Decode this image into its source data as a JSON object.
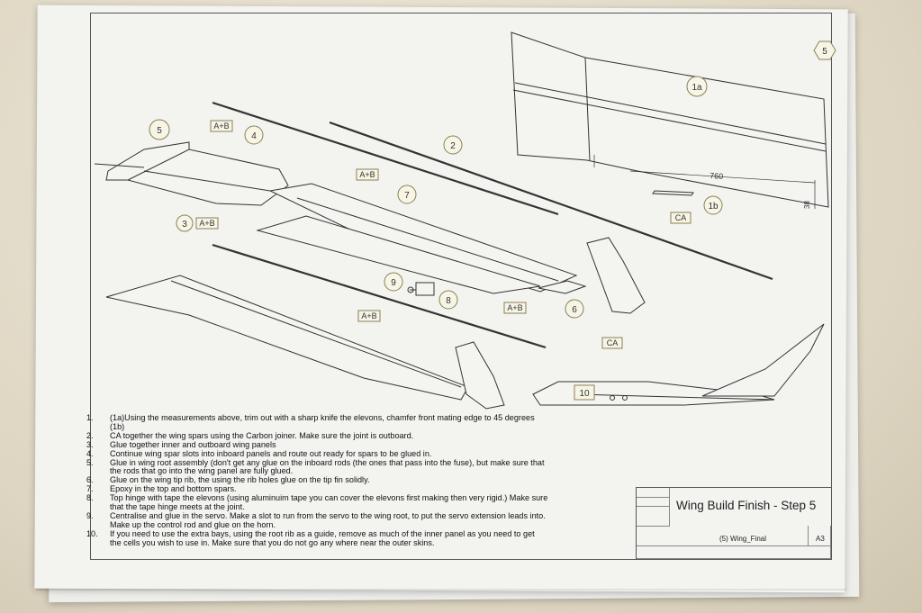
{
  "step_badge": "5",
  "callouts": {
    "c1a": "1a",
    "c1b": "1b",
    "c2": "2",
    "c3": "3",
    "c4": "4",
    "c5": "5",
    "c6": "6",
    "c7": "7",
    "c8": "8",
    "c9": "9",
    "c10": "10"
  },
  "tags": {
    "ab": "A+B",
    "ca": "CA"
  },
  "dimensions": {
    "length": "760",
    "depth": "38"
  },
  "instructions": [
    {
      "num": "1.",
      "text": "(1a)Using the measurements above, trim out with a sharp knife the elevons, chamfer front mating edge to 45 degrees\n(1b)"
    },
    {
      "num": "2.",
      "text": "CA together the wing spars using the Carbon joiner. Make sure the joint is outboard."
    },
    {
      "num": "3.",
      "text": "Glue together inner and outboard wing panels"
    },
    {
      "num": "4.",
      "text": "Continue wing spar slots into inboard panels and route out ready for spars to be glued in."
    },
    {
      "num": "5.",
      "text": "Glue in wing root assembly (don't get any glue on the inboard rods (the ones that pass into the fuse), but make sure that\nthe rods that go into the wing panel are fully glued."
    },
    {
      "num": "6.",
      "text": "Glue on the wing tip rib, the using the rib holes glue on the tip fin solidly."
    },
    {
      "num": "7.",
      "text": "Epoxy in the top and bottom spars."
    },
    {
      "num": "8.",
      "text": "Top hinge with tape the elevons (using aluminuim tape you can cover the elevons first making then very rigid.) Make sure\nthat the tape hinge meets at the joint."
    },
    {
      "num": "9.",
      "text": "Centralise and glue in the servo. Make a slot to run from the servo to the wing root, to put the servo extension leads into.\nMake up the control rod and glue on the horn."
    },
    {
      "num": "10.",
      "text": "If you need to use the extra bays, using the root rib as a guide, remove as much of the inner panel as you need to get\nthe cells you wish to use in.  Make sure that you do not go any where near the outer skins."
    }
  ],
  "title_block": {
    "title": "Wing Build Finish - Step 5",
    "drawing_no": "(5) Wing_Final",
    "size": "A3"
  }
}
